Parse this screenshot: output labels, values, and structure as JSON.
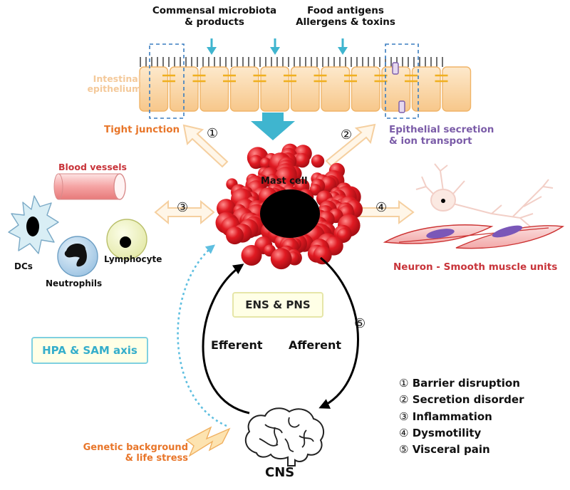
{
  "inputs": {
    "microbiota_line1": "Commensal microbiota",
    "microbiota_line2": "& products",
    "food_line1": "Food antigens",
    "food_line2": "Allergens & toxins"
  },
  "epithelium": {
    "label_line1": "Intestinal",
    "label_line2": "epithelium"
  },
  "tight_junction": "Tight junction",
  "secretion": {
    "line1": "Epithelial secretion",
    "line2": "& ion transport"
  },
  "mast_cell": "Mast cell",
  "blood_vessels": "Blood vessels",
  "immune": {
    "dcs": "DCs",
    "neutrophils": "Neutrophils",
    "lymphocyte": "Lymphocyte"
  },
  "neuron_muscle": "Neuron - Smooth muscle units",
  "ens_pns": "ENS & PNS",
  "hpa_sam": "HPA & SAM axis",
  "efferent": "Efferent",
  "afferent": "Afferent",
  "cns": "CNS",
  "genetic": {
    "line1": "Genetic background",
    "line2": "& life stress"
  },
  "numbers": {
    "n1": "①",
    "n2": "②",
    "n3": "③",
    "n4": "④",
    "n5": "⑤"
  },
  "legend": [
    {
      "num": "①",
      "text": "Barrier disruption"
    },
    {
      "num": "②",
      "text": "Secretion disorder"
    },
    {
      "num": "③",
      "text": "Inflammation"
    },
    {
      "num": "④",
      "text": "Dysmotility"
    },
    {
      "num": "⑤",
      "text": "Visceral pain"
    }
  ],
  "colors": {
    "epithelium_fill": "#fbd9a8",
    "junction": "#f0b020",
    "mast_cell_red": "#d9141e",
    "blue_arrow": "#3fb5cf",
    "hpa_box_border": "#7fd0e0",
    "ens_box_border": "#e6e6a8"
  }
}
